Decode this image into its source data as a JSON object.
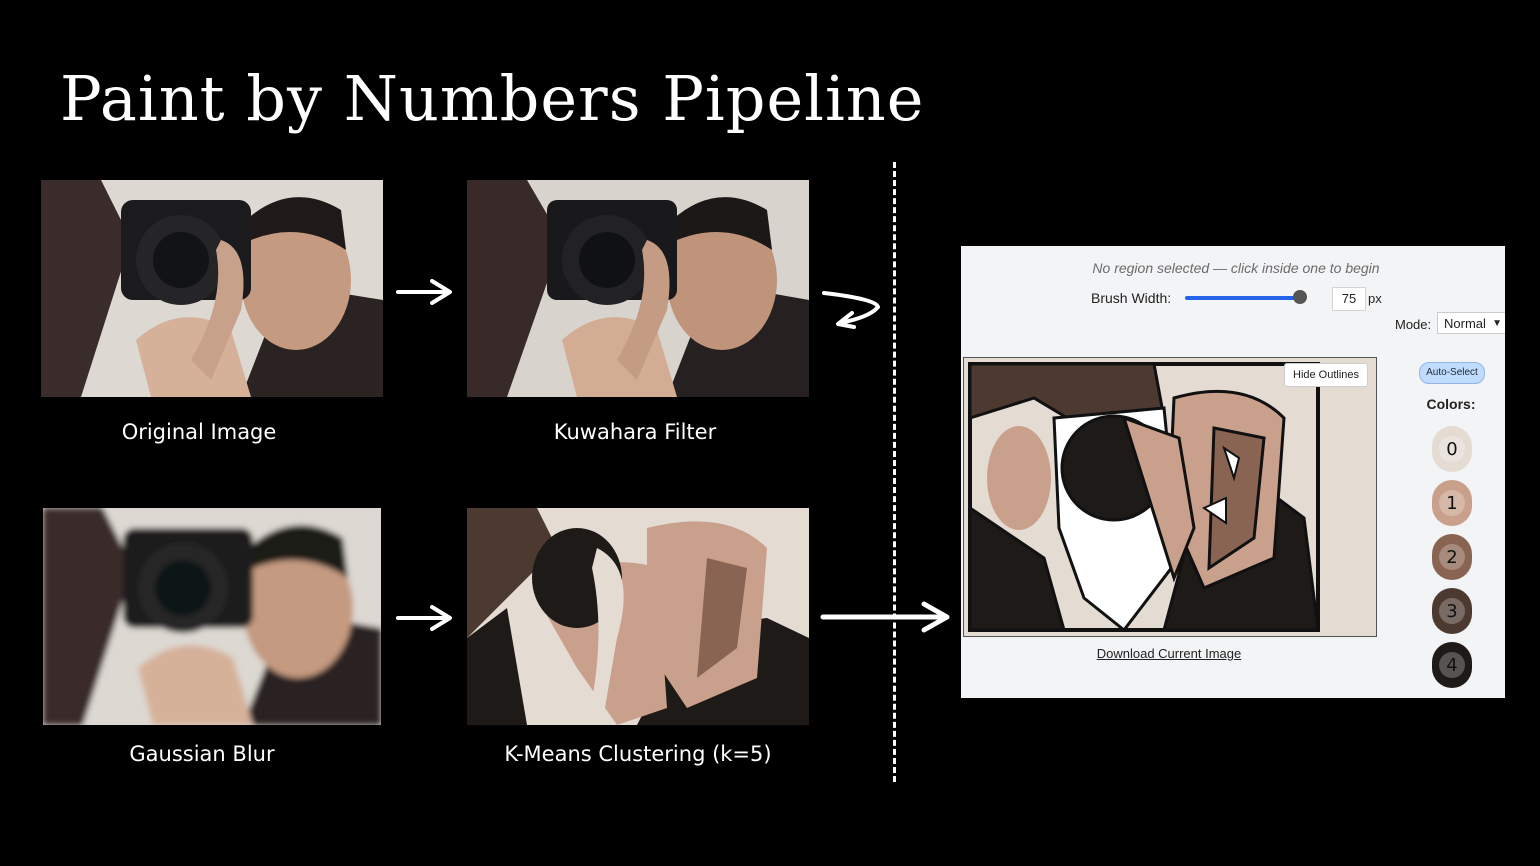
{
  "title": "Paint by Numbers Pipeline",
  "stages": {
    "original": "Original Image",
    "kuwahara": "Kuwahara Filter",
    "gaussian": "Gaussian Blur",
    "kmeans": "K-Means Clustering (k=5)"
  },
  "app": {
    "status": "No region selected — click inside one to begin",
    "brush_label": "Brush Width:",
    "brush_value": "75",
    "brush_unit": "px",
    "brush_level_fraction": 0.92,
    "mode_label": "Mode:",
    "mode_value": "Normal",
    "hide_outlines_label": "Hide Outlines",
    "download_label": "Download Current Image",
    "auto_select_label": "Auto-Select",
    "colors_label": "Colors:",
    "palette": [
      {
        "label": "0",
        "color": "#e4dbd3"
      },
      {
        "label": "1",
        "color": "#c9a08c"
      },
      {
        "label": "2",
        "color": "#8a6452"
      },
      {
        "label": "3",
        "color": "#4c3a31"
      },
      {
        "label": "4",
        "color": "#1e1a18"
      }
    ]
  },
  "colors": {
    "background": "#000000",
    "accent": "#2563eb"
  }
}
